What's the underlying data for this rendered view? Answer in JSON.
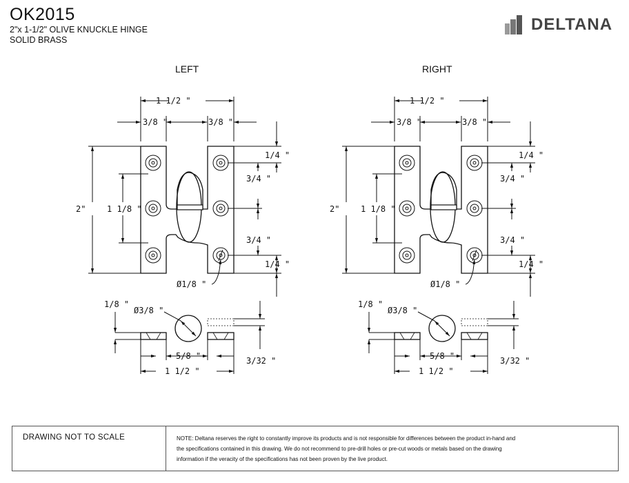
{
  "header": {
    "model": "OK2015",
    "line1": "2\"x 1-1/2\" OLIVE KNUCKLE HINGE",
    "line2": "SOLID BRASS"
  },
  "brand": {
    "name": "DELTANA",
    "color": "#444444"
  },
  "views": {
    "left": {
      "title": "LEFT",
      "overall_width": "1 1/2 \"",
      "leaf_width_left": "3/8 \"",
      "leaf_width_right": "3/8 \"",
      "height": "2\"",
      "hole_spacing": "1 1/8 \"",
      "top_offset": "1/4 \"",
      "upper_spacing": "3/4 \"",
      "lower_spacing": "3/4 \"",
      "bottom_offset": "1/4 \"",
      "hole_diameter": "Ø1/8 \"",
      "thickness": "1/8 \"",
      "knuckle_diameter": "Ø3/8 \"",
      "leaf_length": "5/8 \"",
      "gap": "3/32 \"",
      "bottom_width": "1 1/2 \""
    },
    "right": {
      "title": "RIGHT",
      "overall_width": "1 1/2 \"",
      "leaf_width_left": "3/8 \"",
      "leaf_width_right": "3/8 \"",
      "height": "2\"",
      "hole_spacing": "1 1/8 \"",
      "top_offset": "1/4 \"",
      "upper_spacing": "3/4 \"",
      "lower_spacing": "3/4 \"",
      "bottom_offset": "1/4 \"",
      "hole_diameter": "Ø1/8 \"",
      "thickness": "1/8 \"",
      "knuckle_diameter": "Ø3/8 \"",
      "leaf_length": "5/8 \"",
      "gap": "3/32 \"",
      "bottom_width": "1 1/2 \""
    }
  },
  "footer": {
    "scale_note": "DRAWING NOT TO SCALE",
    "note_line1": "NOTE: Deltana reserves the right to constantly improve its products and is not responsible for differences between the product in-hand and",
    "note_line2": "the specifications contained in this drawing. We do not recommend to pre-drill holes or pre-cut woods or metals based on the drawing",
    "note_line3": "information if the veracity of the specifications has not been proven by the live product."
  }
}
